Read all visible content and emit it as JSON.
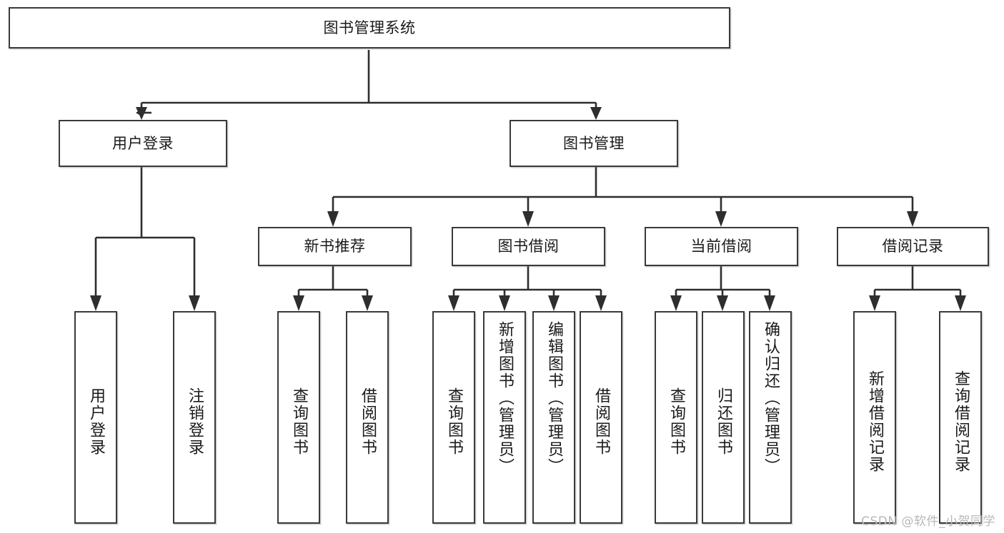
{
  "diagram": {
    "type": "tree-hierarchy-functional-decomposition",
    "title": "图书管理系统",
    "colors": {
      "stroke": "#2e2e2e",
      "box_border": "#3a3a3a",
      "background": "#ffffff",
      "text": "#1a1a1a",
      "watermark": "#b8b8b8"
    },
    "root": {
      "label": "图书管理系统"
    },
    "level1": [
      {
        "id": "user-login",
        "label": "用户登录"
      },
      {
        "id": "book-management",
        "label": "图书管理"
      }
    ],
    "level2": [
      {
        "id": "new-book-recommend",
        "label": "新书推荐",
        "parent": "book-management"
      },
      {
        "id": "book-borrow",
        "label": "图书借阅",
        "parent": "book-management"
      },
      {
        "id": "current-borrow",
        "label": "当前借阅",
        "parent": "book-management"
      },
      {
        "id": "borrow-record",
        "label": "借阅记录",
        "parent": "book-management"
      }
    ],
    "leaves": [
      {
        "id": "leaf-user-login",
        "label": "用户登录",
        "parent": "user-login"
      },
      {
        "id": "leaf-logout",
        "label": "注销登录",
        "parent": "user-login"
      },
      {
        "id": "leaf-query-book-1",
        "label": "查询图书",
        "parent": "new-book-recommend"
      },
      {
        "id": "leaf-borrow-book-1",
        "label": "借阅图书",
        "parent": "new-book-recommend"
      },
      {
        "id": "leaf-query-book-2",
        "label": "查询图书",
        "parent": "book-borrow"
      },
      {
        "id": "leaf-add-book",
        "label": "新增图书（管理员）",
        "parent": "book-borrow"
      },
      {
        "id": "leaf-edit-book",
        "label": "编辑图书（管理员）",
        "parent": "book-borrow"
      },
      {
        "id": "leaf-borrow-book-2",
        "label": "借阅图书",
        "parent": "book-borrow"
      },
      {
        "id": "leaf-query-book-3",
        "label": "查询图书",
        "parent": "current-borrow"
      },
      {
        "id": "leaf-return-book",
        "label": "归还图书",
        "parent": "current-borrow"
      },
      {
        "id": "leaf-confirm-return",
        "label": "确认归还（管理员）",
        "parent": "current-borrow"
      },
      {
        "id": "leaf-add-record",
        "label": "新增借阅记录",
        "parent": "borrow-record"
      },
      {
        "id": "leaf-query-record",
        "label": "查询借阅记录",
        "parent": "borrow-record"
      }
    ]
  },
  "watermark": {
    "text": "CSDN @软件_小贺同学"
  }
}
